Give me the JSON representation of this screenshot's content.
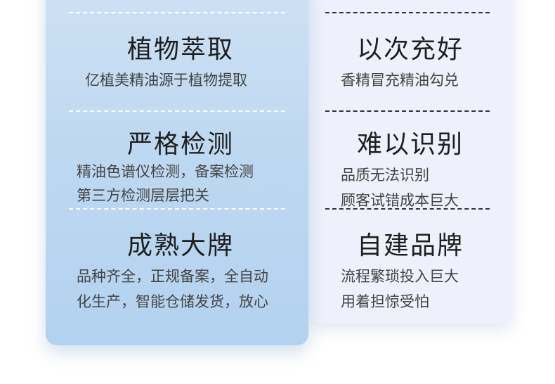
{
  "left": {
    "sections": [
      {
        "title": "植物萃取",
        "lines": [
          "亿植美精油源于植物提取"
        ]
      },
      {
        "title": "严格检测",
        "lines": [
          "精油色谱仪检测，备案检测",
          "第三方检测层层把关"
        ]
      },
      {
        "title": "成熟大牌",
        "lines": [
          "品种齐全，正规备案，全自动",
          "化生产，智能仓储发货，放心"
        ]
      }
    ]
  },
  "right": {
    "sections": [
      {
        "title": "以次充好",
        "lines": [
          "香精冒充精油勾兑"
        ]
      },
      {
        "title": "难以识别",
        "lines": [
          "品质无法识别",
          "顾客试错成本巨大"
        ]
      },
      {
        "title": "自建品牌",
        "lines": [
          "流程繁琐投入巨大",
          "用着担惊受怕"
        ]
      }
    ]
  }
}
